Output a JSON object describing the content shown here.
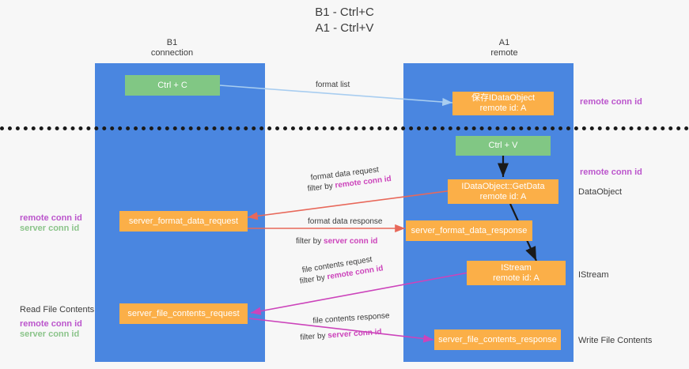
{
  "title": {
    "line1": "B1 - Ctrl+C",
    "line2": "A1 - Ctrl+V"
  },
  "lanes": [
    {
      "name": "b1",
      "head_line1": "B1",
      "head_line2": "connection",
      "color": "#4a86e0"
    },
    {
      "name": "a1",
      "head_line1": "A1",
      "head_line2": "remote",
      "color": "#4a86e0"
    }
  ],
  "boxes": {
    "ctrl_c": {
      "line1": "Ctrl + C",
      "line2": "",
      "color": "#81c784"
    },
    "save_dataobject": {
      "line1": "保存IDataObject",
      "line2": "remote id: A",
      "color": "#fbaf48"
    },
    "ctrl_v": {
      "line1": "Ctrl + V",
      "line2": "",
      "color": "#81c784"
    },
    "getdata": {
      "line1": "IDataObject::GetData",
      "line2": "remote id: A",
      "color": "#fbaf48"
    },
    "server_format_data_request": {
      "line1": "server_format_data_request",
      "line2": "",
      "color": "#fbaf48"
    },
    "server_format_data_response": {
      "line1": "server_format_data_response",
      "line2": "",
      "color": "#fbaf48"
    },
    "istream": {
      "line1": "IStream",
      "line2": "remote id: A",
      "color": "#fbaf48"
    },
    "server_file_contents_request": {
      "line1": "server_file_contents_request",
      "line2": "",
      "color": "#fbaf48"
    },
    "server_file_contents_response": {
      "line1": "server_file_contents_response",
      "line2": "",
      "color": "#fbaf48"
    }
  },
  "edge_labels": {
    "format_list": "format list",
    "format_data_request": "format data request",
    "format_data_request_filter_prefix": "filter by ",
    "format_data_request_filter_key": "remote conn id",
    "format_data_response": "format data response",
    "format_data_response_filter_prefix": "filter by ",
    "format_data_response_filter_key": "server conn id",
    "file_contents_request": "file contents request",
    "file_contents_request_filter_prefix": "filter by ",
    "file_contents_request_filter_key": "remote conn id",
    "file_contents_response": "file contents response",
    "file_contents_response_filter_prefix": "filter by ",
    "file_contents_response_filter_key": "server conn id"
  },
  "annotations": {
    "right_remote_conn_id_top": "remote conn id",
    "right_remote_conn_id_mid": "remote conn id",
    "right_dataobject": "DataObject",
    "right_istream": "IStream",
    "right_write_file_contents": "Write File Contents",
    "left_remote_conn_id_1": "remote conn id",
    "left_server_conn_id_1": "server conn id",
    "left_read_file_contents": "Read File Contents",
    "left_remote_conn_id_2": "remote conn id",
    "left_server_conn_id_2": "server conn id"
  },
  "colors": {
    "lane": "#4a86e0",
    "green_box": "#81c784",
    "orange_box": "#fbaf48",
    "purple_key": "#cc44bb",
    "green_key": "#8bc48a",
    "arrow_light_blue": "#a8cdf0",
    "arrow_red": "#e8685a",
    "arrow_magenta": "#cc44bb",
    "arrow_black": "#1a1a1a",
    "background": "#f7f7f7"
  }
}
